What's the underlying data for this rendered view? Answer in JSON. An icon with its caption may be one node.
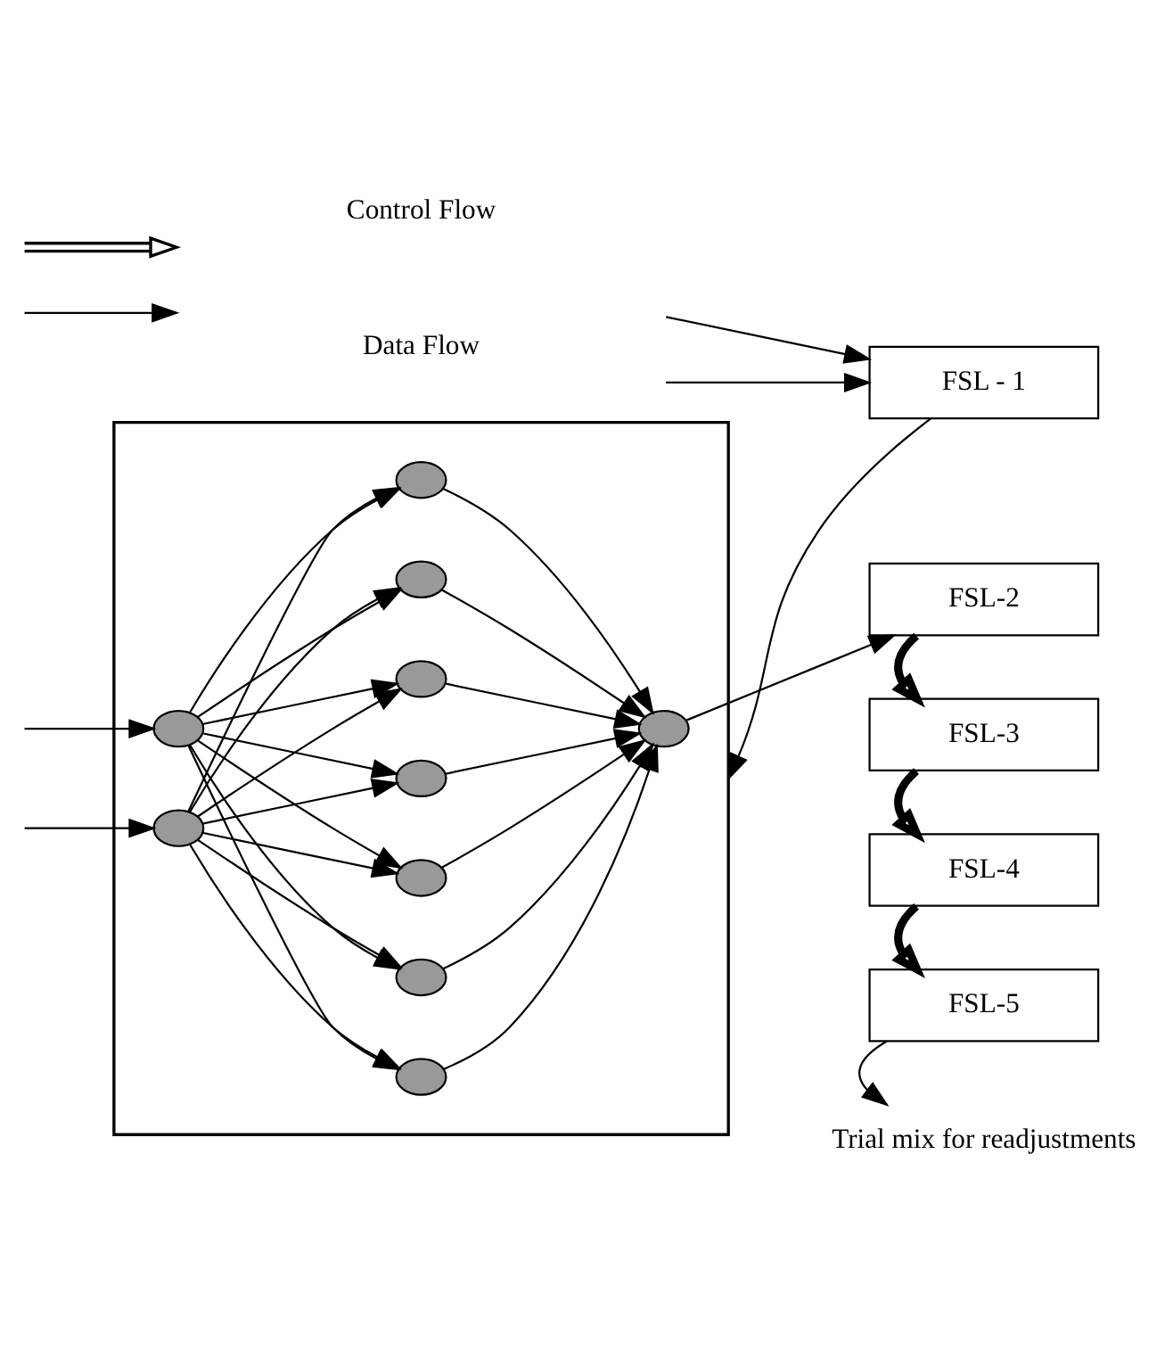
{
  "diagram": {
    "nodes": [
      {
        "text": [],
        "shape": "box"
      },
      {
        "text": [],
        "shape": "circle",
        "in": 0
      },
      {
        "text": [],
        "shape": "circle",
        "in": 0
      },
      {
        "text": [],
        "shape": "circle",
        "in": 0
      },
      {
        "text": [],
        "shape": "circle",
        "in": 0
      },
      {
        "text": [],
        "shape": "circle",
        "in": 0
      },
      {
        "text": [],
        "shape": "circle",
        "in": 0
      },
      {
        "text": [],
        "shape": "circle",
        "in": 0
      },
      {
        "text": [],
        "shape": "circle",
        "in": 0
      },
      {
        "text": [],
        "shape": "circle",
        "in": 0
      },
      {
        "text": [],
        "shape": "circle",
        "in": 0
      },
      {
        "text": [
          "FSL - 1"
        ]
      },
      {
        "text": [
          "FSL-2"
        ]
      },
      {
        "text": [
          "FSL-3"
        ]
      },
      {
        "text": [
          "FSL-4"
        ]
      },
      {
        "text": [
          "FSL-5"
        ]
      },
      {
        "text": [
          "Trial mix for readjustments"
        ]
      }
    ],
    "edges": [
      {
        "from": null,
        "to": 1,
        "arrow": "to"
      },
      {
        "from": null,
        "to": 2,
        "arrow": "to"
      },
      {
        "from": 1,
        "to": 3,
        "arrow": "to"
      },
      {
        "from": 1,
        "to": 4,
        "arrow": "to"
      },
      {
        "from": 1,
        "to": 5,
        "arrow": "to"
      },
      {
        "from": 1,
        "to": 6,
        "arrow": "to"
      },
      {
        "from": 1,
        "to": 7,
        "arrow": "to"
      },
      {
        "from": 1,
        "to": 8,
        "arrow": "to"
      },
      {
        "from": 1,
        "to": 9,
        "arrow": "to"
      },
      {
        "from": 2,
        "to": 3,
        "arrow": "to"
      },
      {
        "from": 2,
        "to": 4,
        "arrow": "to"
      },
      {
        "from": 2,
        "to": 5,
        "arrow": "to"
      },
      {
        "from": 2,
        "to": 6,
        "arrow": "to"
      },
      {
        "from": 2,
        "to": 7,
        "arrow": "to"
      },
      {
        "from": 2,
        "to": 8,
        "arrow": "to"
      },
      {
        "from": 2,
        "to": 9,
        "arrow": "to"
      },
      {
        "from": 3,
        "to": 10,
        "arrow": "to"
      },
      {
        "from": 4,
        "to": 10,
        "arrow": "to"
      },
      {
        "from": 5,
        "to": 10,
        "arrow": "to"
      },
      {
        "from": 6,
        "to": 10,
        "arrow": "to"
      },
      {
        "from": 7,
        "to": 10,
        "arrow": "to"
      },
      {
        "from": 8,
        "to": 10,
        "arrow": "to"
      },
      {
        "from": 9,
        "to": 10,
        "arrow": "to"
      },
      {
        "from": null,
        "to": 11,
        "arrow": "to"
      },
      {
        "from": null,
        "to": 11,
        "arrow": "to"
      },
      {
        "from": 11,
        "to": 0,
        "arrow": "to"
      },
      {
        "from": 10,
        "to": 12,
        "arrow": "to"
      },
      {
        "from": 12,
        "to": 13,
        "arrow": "to",
        "style": "thick"
      },
      {
        "from": 13,
        "to": 14,
        "arrow": "to",
        "style": "thick"
      },
      {
        "from": 14,
        "to": 15,
        "arrow": "to",
        "style": "thick"
      },
      {
        "from": 15,
        "to": 16,
        "arrow": "to"
      }
    ],
    "legend": [
      {
        "text": "Control Flow"
      },
      {
        "text": "Data Flow"
      }
    ]
  }
}
